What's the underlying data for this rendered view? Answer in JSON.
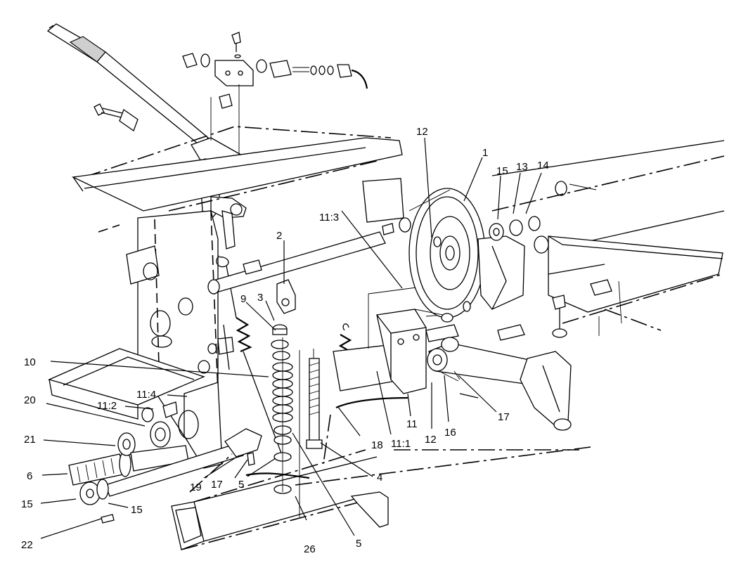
{
  "callouts": {
    "c1": "1",
    "c2": "2",
    "c3": "3",
    "c4": "4",
    "c5a": "5",
    "c5b": "5",
    "c6": "6",
    "c9": "9",
    "c10": "10",
    "c11": "11",
    "c11_1": "11:1",
    "c11_2": "11:2",
    "c11_3": "11:3",
    "c11_4": "11:4",
    "c12a": "12",
    "c12b": "12",
    "c13": "13",
    "c14": "14",
    "c15a": "15",
    "c15b": "15",
    "c15c": "15",
    "c16": "16",
    "c17a": "17",
    "c17b": "17",
    "c18": "18",
    "c19": "19",
    "c20": "20",
    "c21": "21",
    "c22": "22",
    "c26": "26"
  }
}
